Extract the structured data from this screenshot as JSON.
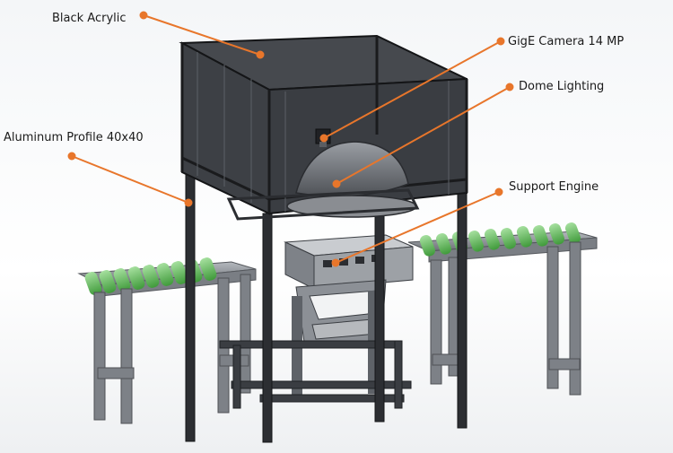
{
  "diagram": {
    "callouts": [
      {
        "id": "black-acrylic",
        "text": "Black Acrylic"
      },
      {
        "id": "gige-camera",
        "text": "GigE Camera 14 MP"
      },
      {
        "id": "dome-lighting",
        "text": "Dome Lighting"
      },
      {
        "id": "aluminum-profile",
        "text": "Aluminum Profile 40x40"
      },
      {
        "id": "support-engine",
        "text": "Support Engine"
      }
    ],
    "colors": {
      "leader": "#e8762b",
      "frame": "#2d2f33",
      "acrylic": "#3b3d42",
      "roller": "#7cc576",
      "conveyor": "#8a8f96",
      "dome": "#6f7379"
    }
  }
}
